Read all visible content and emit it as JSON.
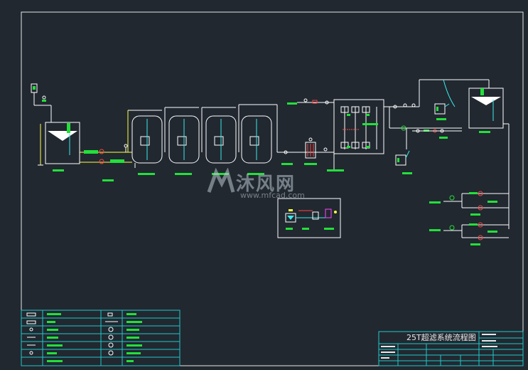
{
  "drawing": {
    "title": "25T超滤系统流程图",
    "watermark_text": "沐风网",
    "watermark_url": "www.mfcad.com"
  },
  "colors": {
    "background": "#212830",
    "linework": "#ffffff",
    "equipment": "#ffffff",
    "tag_fill": "#22e03a",
    "highlight": "#ffff44",
    "valve": "#ff4444",
    "pipe_cyan": "#3aeaea",
    "title_border": "#1ec8c8"
  },
  "legend": {
    "rows": 7,
    "columns": 4
  }
}
